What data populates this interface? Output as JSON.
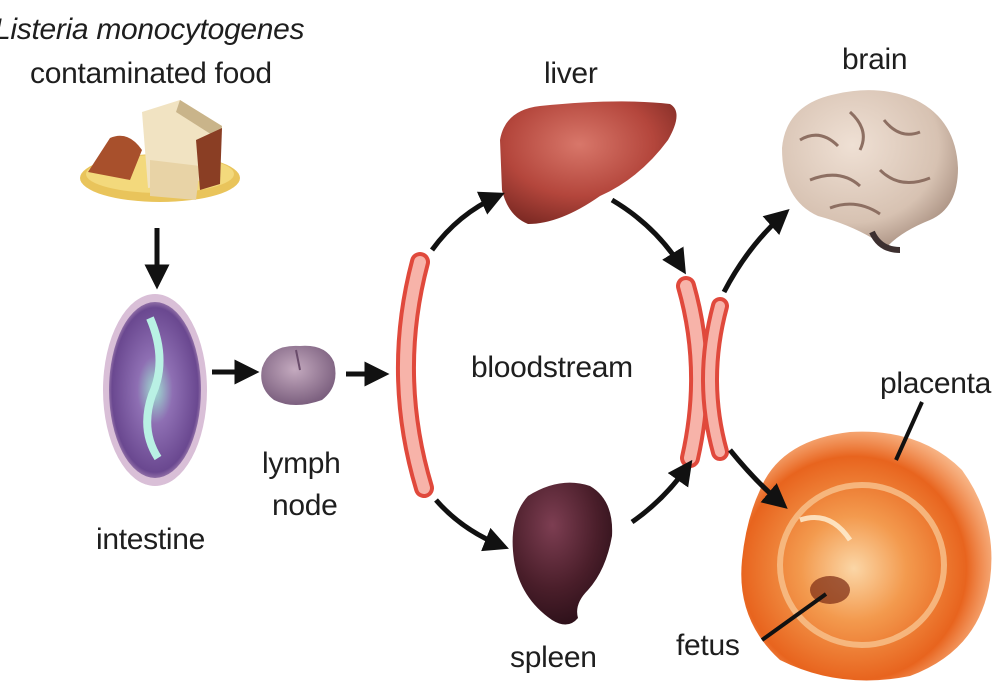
{
  "labels": {
    "pathogen": "Listeria monocytogenes",
    "food": "contaminated food",
    "intestine": "intestine",
    "lymph_line1": "lymph",
    "lymph_line2": "node",
    "liver": "liver",
    "bloodstream": "bloodstream",
    "spleen": "spleen",
    "brain": "brain",
    "placenta": "placenta",
    "fetus": "fetus"
  },
  "colors": {
    "vessel_fill": "#f7b3a9",
    "vessel_stroke": "#e0493c",
    "arrow": "#111111",
    "liver": "#b4463c",
    "spleen": "#4a1e2a",
    "brain": "#d7c2b2",
    "placenta": "#e8641e",
    "intestine": "#7f5aa6",
    "lymph": "#8c6f8f"
  }
}
